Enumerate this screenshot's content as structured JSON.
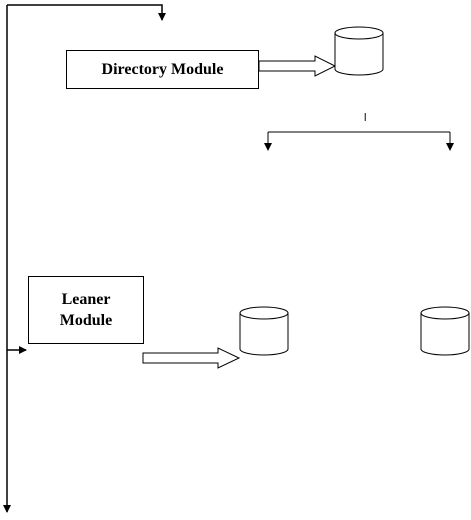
{
  "nodes": {
    "directory_module": {
      "label": "Directory Module"
    },
    "learner_module": {
      "line1": "Leaner",
      "line2": "Module"
    },
    "fork_mark": "l"
  },
  "colors": {
    "line": "#000000",
    "fill": "#ffffff"
  },
  "icons": {
    "database": "database-icon",
    "arrow": "arrow-icon"
  }
}
